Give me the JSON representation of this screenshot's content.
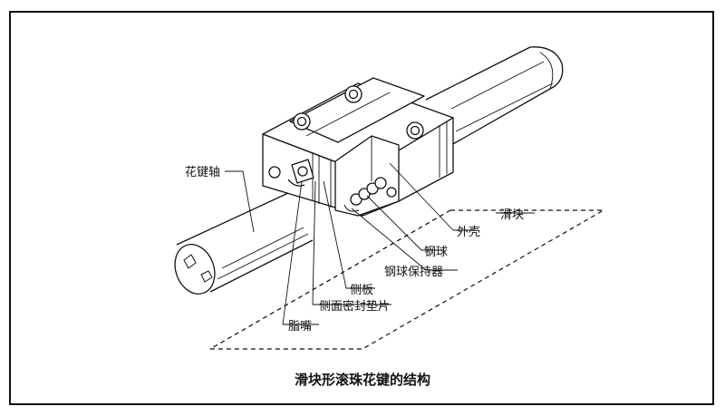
{
  "caption": "滑块形滚珠花键的结构",
  "labels": {
    "spline_shaft": "花键轴",
    "slider": "滑块",
    "outer_shell": "外壳",
    "steel_ball": "钢球",
    "ball_retainer": "钢球保持器",
    "side_plate": "侧板",
    "side_seal": "侧面密封垫片",
    "grease_nipple": "脂嘴"
  }
}
